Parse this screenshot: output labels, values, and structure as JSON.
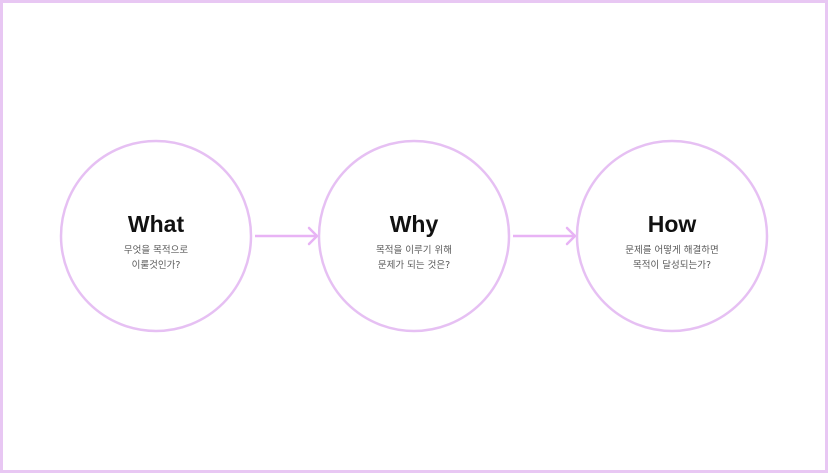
{
  "colors": {
    "frame": "#e8c7f3",
    "circle_stroke": "#e6c0f3",
    "arrow": "#e8b3f5",
    "title_text": "#111111",
    "desc_text": "#5a5a5a"
  },
  "nodes": [
    {
      "title": "What",
      "desc_line1": "무엇을 목적으로",
      "desc_line2": "이룰것인가?"
    },
    {
      "title": "Why",
      "desc_line1": "목적을 이루기 위해",
      "desc_line2": "문제가 되는 것은?"
    },
    {
      "title": "How",
      "desc_line1": "문제를 어떻게 해결하면",
      "desc_line2": "목적이 달성되는가?"
    }
  ],
  "arrows": [
    {
      "from": "What",
      "to": "Why"
    },
    {
      "from": "Why",
      "to": "How"
    }
  ]
}
